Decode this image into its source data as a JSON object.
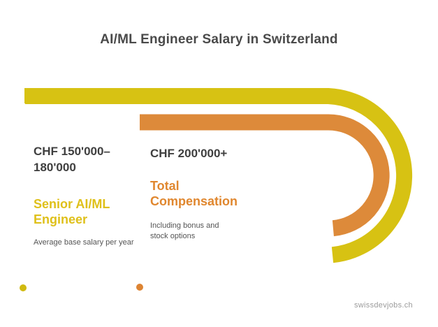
{
  "title": "AI/ML Engineer Salary in Switzerland",
  "colors": {
    "yellow": "#d7c213",
    "orange": "#dd8a3a",
    "yellow_dot": "#d0ba10",
    "orange_dot": "#dd8433",
    "dark_text": "#3f3f3f",
    "yellow_text": "#dfc01a",
    "orange_text": "#e0872f",
    "caption_text": "#545454"
  },
  "blocks": {
    "base": {
      "amount_line1": "CHF 150'000–",
      "amount_line2": "180'000",
      "role_line1": "Senior AI/ML",
      "role_line2": "Engineer",
      "caption": "Average base salary per year"
    },
    "total": {
      "amount": "CHF 200'000+",
      "role_line1": "Total",
      "role_line2": "Compensation",
      "caption_line1": "Including bonus and",
      "caption_line2": "stock options"
    }
  },
  "watermark": "swissdevjobs.ch",
  "chart_data": {
    "type": "bar",
    "variant": "wrap-around arc bars (infographic)",
    "title": "AI/ML Engineer Salary in Switzerland",
    "categories": [
      "Senior AI/ML Engineer (base salary)",
      "Total Compensation"
    ],
    "series": [
      {
        "name": "Senior AI/ML Engineer",
        "value_label": "CHF 150'000–180'000",
        "value_range_chf": [
          150000,
          180000
        ],
        "caption": "Average base salary per year",
        "color": "#d7c213"
      },
      {
        "name": "Total Compensation",
        "value_label": "CHF 200'000+",
        "value_min_chf": 200000,
        "caption": "Including bonus and stock options",
        "color": "#dd8a3a"
      }
    ],
    "legend_position": "none",
    "grid": false,
    "notes": "Arc length encodes magnitude; values shown as text labels with leader lines ending in dots."
  }
}
